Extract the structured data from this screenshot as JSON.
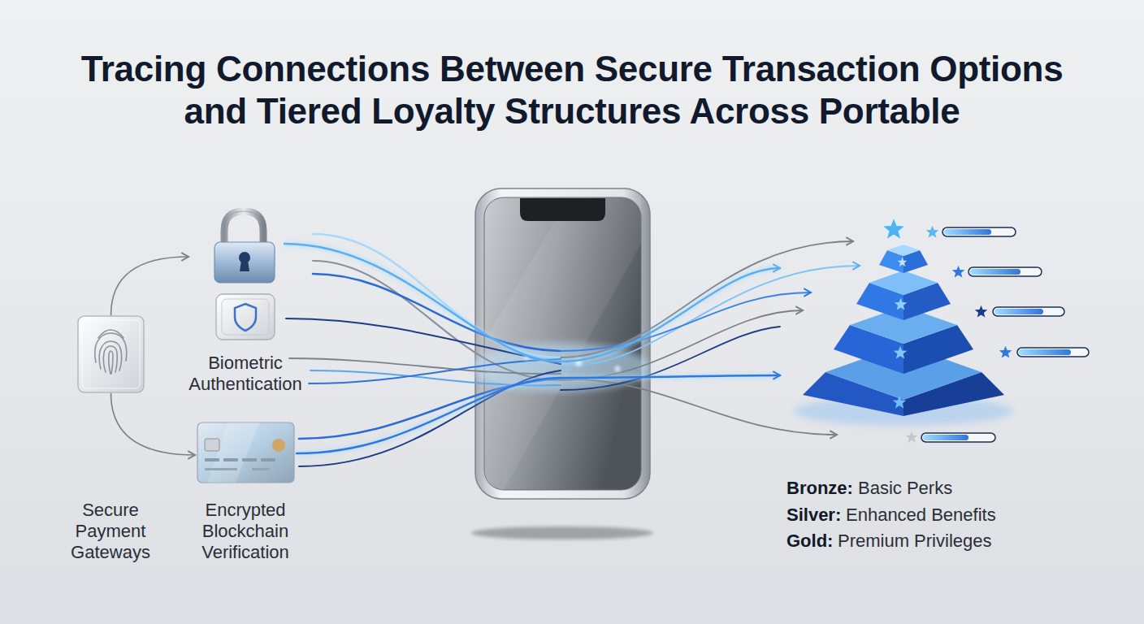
{
  "diagram": {
    "title": "Tracing Connections Between Secure Transaction Options and Tiered Loyalty Structures Across Portable",
    "nodes": [
      {
        "text": [
          "Secure Payment Gateways"
        ]
      },
      {
        "text": [
          "Biometric Authentication"
        ]
      },
      {
        "text": [
          "Encrypted Blockchain Verification"
        ]
      },
      {
        "text": [
          "Bronze:",
          "Basic Perks",
          "Silver:",
          "Enhanced Benefits",
          "Gold:",
          "Premium Privileges"
        ]
      }
    ],
    "edges": [
      {
        "from": 0,
        "to": 1,
        "arrow": "to"
      },
      {
        "from": 0,
        "to": 2,
        "arrow": "to"
      },
      {
        "from": 1,
        "to": 3,
        "arrow": "to"
      },
      {
        "from": 2,
        "to": 3,
        "arrow": "to"
      }
    ]
  }
}
